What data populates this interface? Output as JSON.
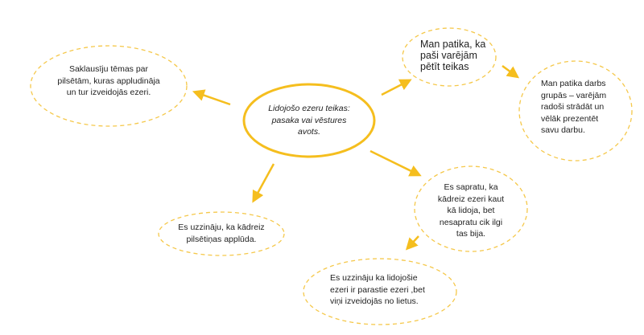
{
  "colors": {
    "accent": "#F5BE1E",
    "text": "#222222"
  },
  "central": {
    "text": "Lidojošo ezeru teikas:\npasaka vai vēstures\navots."
  },
  "nodes": [
    {
      "text": "Saklausīju tēmas par\npilsētām, kuras appludināja\nun tur izveidojās ezeri."
    },
    {
      "text": "Man patika, ka\npaši varējām\npētīt teikas"
    },
    {
      "text": "Man patika darbs\ngrupās – varējām\nradoši strādāt un\nvēlāk prezentēt\nsavu darbu."
    },
    {
      "text": "Es sapratu, ka\nkādreiz ezeri kaut\nkā lidoja, bet\nnesapratu cik ilgi\ntas bija."
    },
    {
      "text": "Es uzzināju, ka kādreiz\npilsētiņas applūda."
    },
    {
      "text": "Es uzzināju ka lidojošie\nezeri ir parastie ezeri ,bet\nviņi izveidojās no lietus."
    }
  ]
}
